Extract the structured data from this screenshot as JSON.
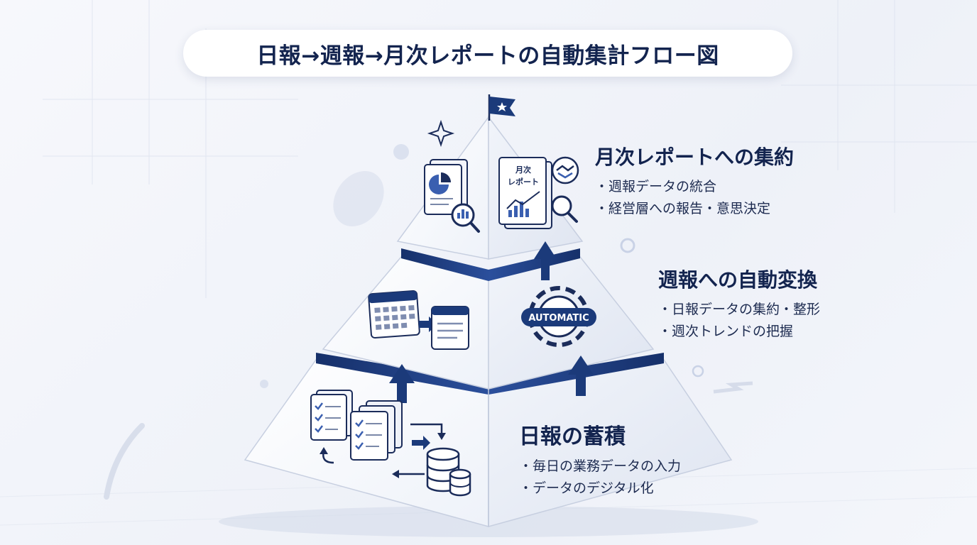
{
  "title": "日報→週報→月次レポートの自動集計フロー図",
  "tiers": {
    "top": {
      "title": "月次レポートへの集約",
      "bullets": [
        "週報データの統合",
        "経営層への報告・意思決定"
      ],
      "icon_text": [
        "月次",
        "レポート"
      ]
    },
    "middle": {
      "title": "週報への自動変換",
      "bullets": [
        "日報データの集約・整形",
        "週次トレンドの把握"
      ],
      "badge": "AUTOMATIC"
    },
    "bottom": {
      "title": "日報の蓄積",
      "bullets": [
        "毎日の業務データの入力",
        "データのデジタル化"
      ]
    }
  },
  "icons": [
    "star-flag-icon",
    "sparkle-icon",
    "pie-chart-document-icon",
    "monthly-report-icon",
    "handshake-icon",
    "magnifier-icon",
    "calendar-icon",
    "gear-icon",
    "checklist-documents-icon",
    "database-icon",
    "up-arrow-icon"
  ],
  "colors": {
    "navy": "#13244f",
    "band": "#1e3a78",
    "face_light": "#f6f8fc",
    "face_shade": "#e3e8f3",
    "accent": "#3a5fb0"
  }
}
